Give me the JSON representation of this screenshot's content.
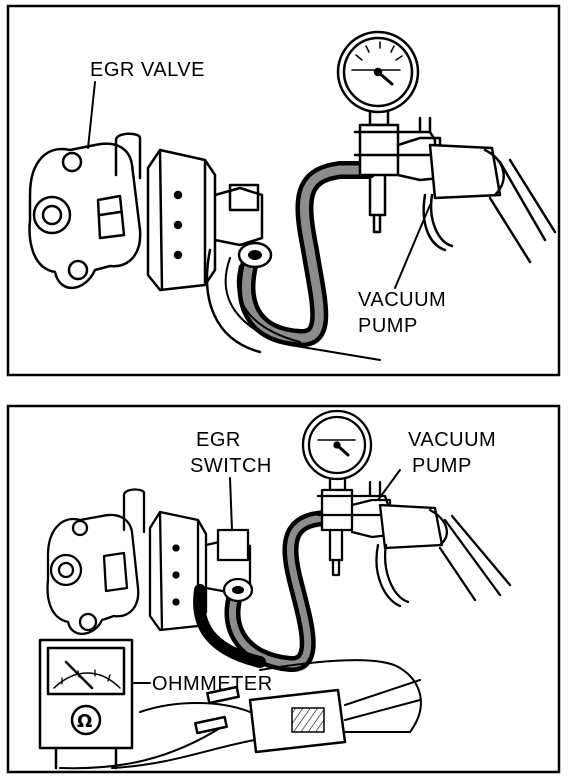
{
  "panels": [
    {
      "labels": {
        "egr_valve": "EGR VALVE",
        "vacuum_pump_line1": "VACUUM",
        "vacuum_pump_line2": "PUMP"
      }
    },
    {
      "labels": {
        "egr_switch_line1": "EGR",
        "egr_switch_line2": "SWITCH",
        "vacuum_pump_line1": "VACUUM",
        "vacuum_pump_line2": "PUMP",
        "ohmmeter": "OHMMETER"
      }
    }
  ],
  "icons": [
    "gauge-icon",
    "omega-icon",
    "egr-valve-icon",
    "vacuum-pump-icon",
    "ohmmeter-icon"
  ]
}
